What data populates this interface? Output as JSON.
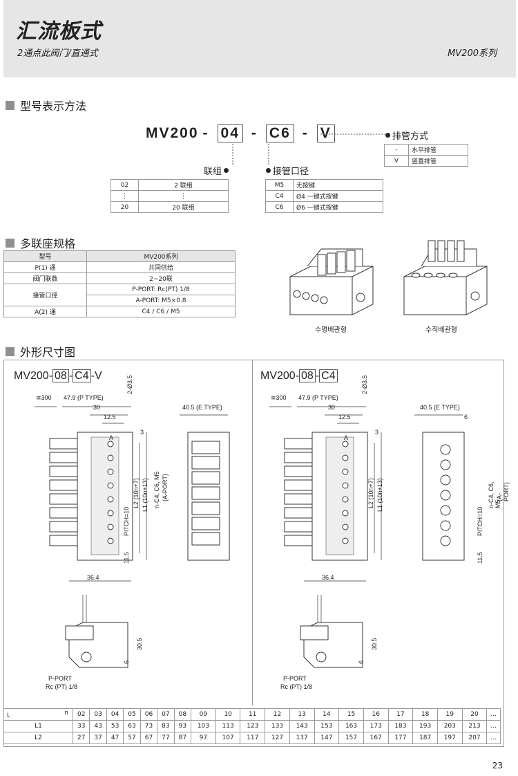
{
  "header": {
    "title": "汇流板式",
    "subtitle": "2通点此阀门/直通式",
    "series": "MV200系列"
  },
  "sec1": {
    "heading": "型号表示方法"
  },
  "model_code": {
    "prefix": "MV200",
    "dash": "-",
    "part1": "04",
    "part2": "C6",
    "part3": "V"
  },
  "pipe_dir": {
    "label": "排管方式",
    "rows": [
      {
        "code": "-",
        "desc": "水平排管"
      },
      {
        "code": "V",
        "desc": "竖直排管"
      }
    ]
  },
  "stations": {
    "label": "联组",
    "rows": [
      {
        "code": "02",
        "desc": "2 联组"
      },
      {
        "code": "⋮",
        "desc": "⋮"
      },
      {
        "code": "20",
        "desc": "20 联组"
      }
    ]
  },
  "port_size": {
    "label": "接管口径",
    "rows": [
      {
        "code": "M5",
        "desc": "无按键"
      },
      {
        "code": "C4",
        "desc": "Ø4 一键式按键"
      },
      {
        "code": "C6",
        "desc": "Ø6 一键式按键"
      }
    ]
  },
  "sec2": {
    "heading": "多联座规格"
  },
  "spec": {
    "head_l": "型号",
    "head_r": "MV200系列",
    "r1_l": "P(1) 通",
    "r1_r": "共同供给",
    "r2_l": "阀门联数",
    "r2_r": "2~20联",
    "r3_l": "接管口径",
    "r3_r1": "P-PORT: Rc(PT) 1/8",
    "r3_r2": "A-PORT: M5×0.8",
    "r4_l": "A(2) 通",
    "r4_r": "C4 / C6 / M5"
  },
  "captions": {
    "left": "수평배관형",
    "right": "수직배관형"
  },
  "sec3": {
    "heading": "外形尺寸图"
  },
  "drawing_left": {
    "prefix": "MV200",
    "d1": "-",
    "b1": "08",
    "d2": "-",
    "b2": "C4",
    "d3": "-",
    "suffix": "V",
    "dims": {
      "lead": "≅300",
      "pitch_p": "47.9 (P TYPE)",
      "d30": "30",
      "d125": "12.5",
      "d235": "2-Ø3.5",
      "d3": "3",
      "e_type": "40.5 (E TYPE)",
      "l2": "L2 (10n+7)",
      "l1": "L1 (10n+13)",
      "nport": "n-C4, C6, M5",
      "aport": "(A-PORT)",
      "pitch": "PITCH=10",
      "d115": "11.5",
      "d364": "36.4",
      "d305": "30.5",
      "d6": "6",
      "pport": "P-PORT",
      "rc": "Rc (PT) 1/8",
      "mark_a": "A"
    }
  },
  "drawing_right": {
    "prefix": "MV200",
    "d1": "-",
    "b1": "08",
    "d2": "-",
    "b2": "C4",
    "dims": {
      "lead": "≅300",
      "pitch_p": "47.9 (P TYPE)",
      "d30": "30",
      "d125": "12.5",
      "d235": "2-Ø3.5",
      "d3": "3",
      "e_type": "40.5 (E TYPE)",
      "d6top": "6",
      "l2": "L2 (10n+7)",
      "l1": "L1 (10n+13)",
      "nport": "n-C4, C6, M5",
      "aport": "(A-PORT)",
      "pitch": "PITCH=10",
      "d115": "11.5",
      "d364": "36.4",
      "d305": "30.5",
      "d6": "6",
      "pport": "P-PORT",
      "rc": "Rc (PT) 1/8",
      "mark_a": "A"
    }
  },
  "ltable": {
    "corner_l": "L",
    "corner_n": "n",
    "n": [
      "02",
      "03",
      "04",
      "05",
      "06",
      "07",
      "08",
      "09",
      "10",
      "11",
      "12",
      "13",
      "14",
      "15",
      "16",
      "17",
      "18",
      "19",
      "20",
      "…"
    ],
    "l1_label": "L1",
    "l1": [
      "33",
      "43",
      "53",
      "63",
      "73",
      "83",
      "93",
      "103",
      "113",
      "123",
      "133",
      "143",
      "153",
      "163",
      "173",
      "183",
      "193",
      "203",
      "213",
      "…"
    ],
    "l2_label": "L2",
    "l2": [
      "27",
      "37",
      "47",
      "57",
      "67",
      "77",
      "87",
      "97",
      "107",
      "117",
      "127",
      "137",
      "147",
      "157",
      "167",
      "177",
      "187",
      "197",
      "207",
      "…"
    ]
  },
  "page_number": "23"
}
